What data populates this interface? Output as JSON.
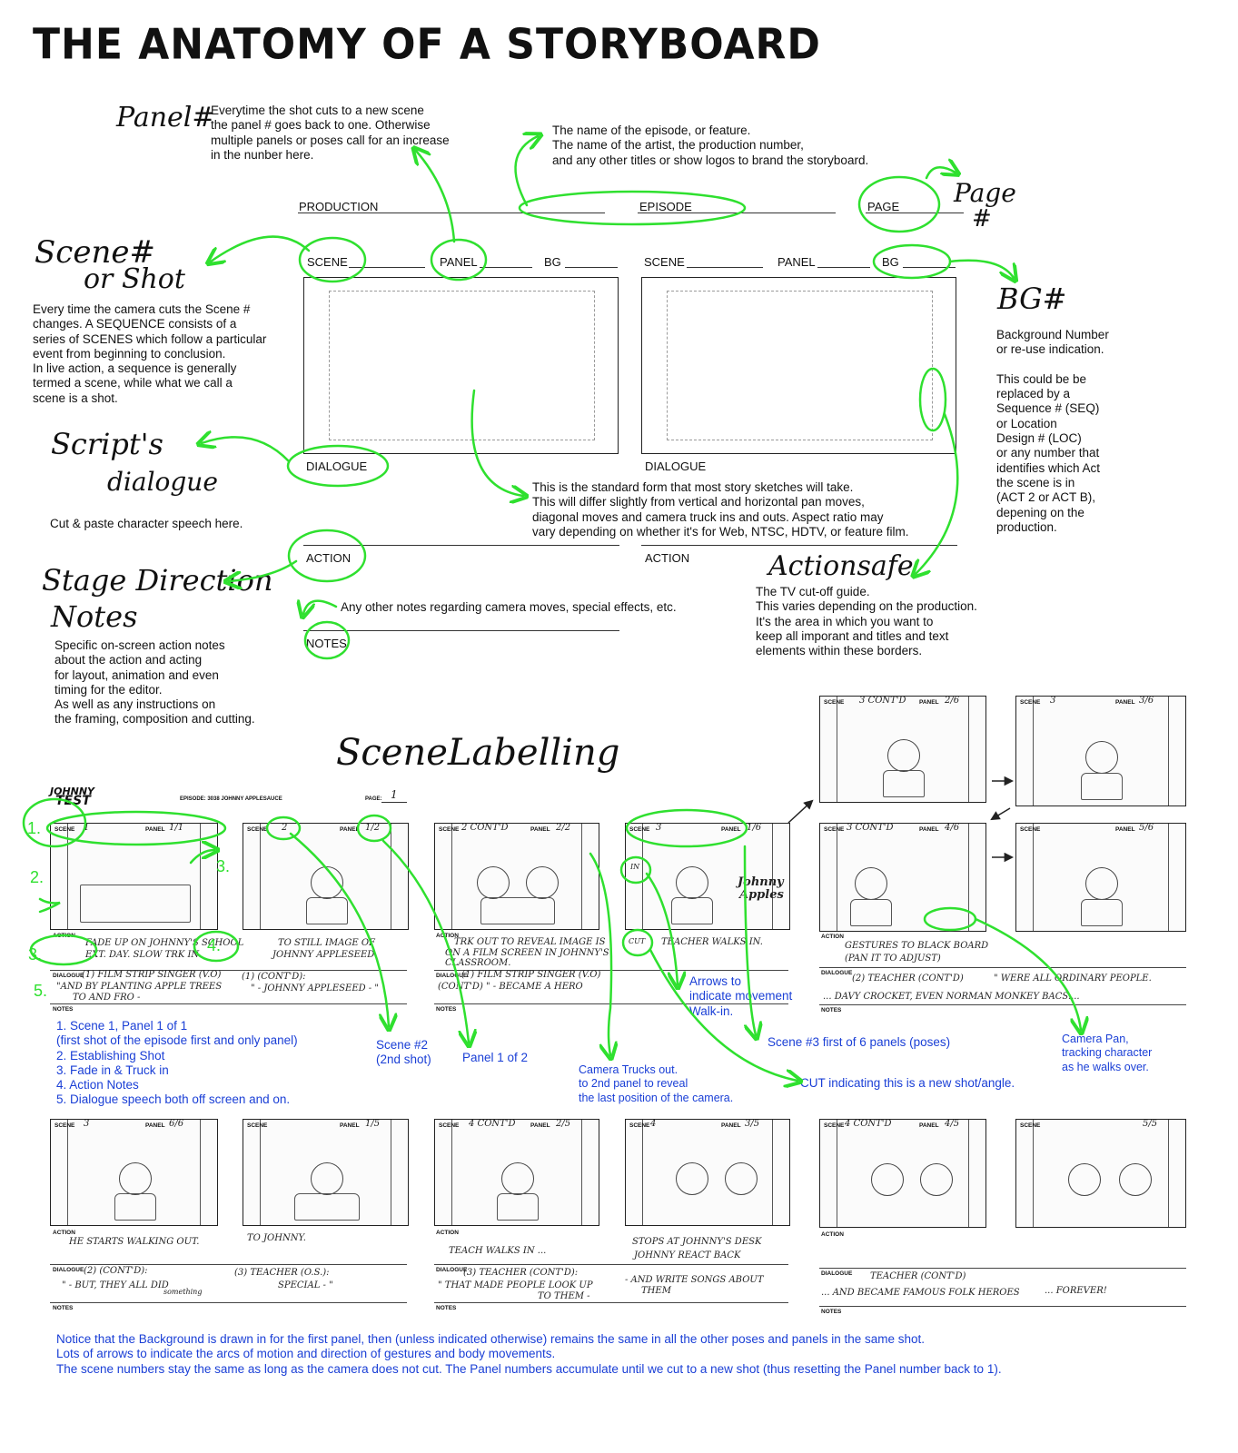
{
  "title": "THE ANATOMY OF A STORYBOARD",
  "handwritten": {
    "panel_num": "Panel#",
    "scene_shot_1": "Scene#",
    "scene_shot_2": "or Shot",
    "script_1": "Script's",
    "script_2": "dialogue",
    "stage_1": "Stage Direction",
    "stage_2": "Notes",
    "page_1": "Page",
    "page_2": "#",
    "bg": "BG#",
    "actionsafe": "Actionsafe",
    "scene_labelling": "SceneLabelling"
  },
  "descriptions": {
    "panel": "Everytime the shot cuts to a new scene\nthe panel # goes back to one. Otherwise\nmultiple panels or poses call for an increase\nin the nunber here.",
    "episode": "The name of the episode, or feature.\nThe name of the artist, the production number,\nand any other titles or show logos to brand the storyboard.",
    "scene": "Every time the camera cuts the Scene #\nchanges. A SEQUENCE consists of a\nseries of SCENES which follow a particular\nevent from beginning to conclusion.\nIn live action, a sequence is generally\ntermed a scene, while what we call a\nscene is a shot.",
    "bg": "Background Number\nor re-use indication.\n\nThis could be be\nreplaced by a\nSequence # (SEQ)\nor Location\nDesign # (LOC)\nor any number that\nidentifies which Act\nthe scene is in\n(ACT 2 or ACT B),\ndepening on the\nproduction.",
    "script": "Cut & paste character speech here.",
    "standard": "This is the standard form that most story sketches will take.\nThis will differ slightly from vertical and horizontal pan moves,\ndiagonal moves and camera truck ins and outs.  Aspect ratio may\nvary depending on whether it's for Web, NTSC, HDTV, or feature film.",
    "notes": "Any other notes regarding camera moves, special effects, etc.",
    "actionsafe": "The TV cut-off guide.\nThis varies depending on the production.\nIt's the area in which you want to\nkeep all imporant  and titles and text\nelements within these borders.",
    "stage": "Specific on-screen action notes\nabout the action and acting\nfor layout, animation and even\ntiming for the editor.\nAs well as any instructions on\nthe framing, composition and cutting."
  },
  "form_labels": {
    "production": "PRODUCTION",
    "episode": "EPISODE",
    "page": "PAGE",
    "scene": "SCENE",
    "panel": "PANEL",
    "bg": "BG",
    "dialogue": "DIALOGUE",
    "action": "ACTION",
    "notes": "NOTES"
  },
  "annotations": {
    "list": "1. Scene 1, Panel 1 of 1\n   (first shot of the episode first and only panel)\n2. Establishing Shot\n3. Fade in & Truck in\n4. Action Notes\n5. Dialogue speech both off screen and on.",
    "scene2": "Scene #2\n(2nd shot)",
    "panel1of2": "Panel 1 of 2",
    "trucks": "Camera Trucks out.\nto 2nd panel to reveal\nthe last position of the camera.",
    "arrows": "Arrows to\nindicate movement\nWalk-in.",
    "scene3": "Scene #3 first of 6 panels (poses)",
    "cut": "CUT  indicating this is a new shot/angle.",
    "pan": "Camera Pan,\ntracking character\nas he walks over.",
    "footer": "Notice that the Background is drawn in for the first panel, then (unless indicated otherwise) remains the same in all the other poses and panels in the same shot.\nLots of arrows to indicate the arcs of motion and direction of gestures and body movements.\nThe scene numbers  stay the same as long as the camera does not cut. The Panel numbers accumulate until we cut to a new shot (thus resetting the Panel number back to 1)."
  },
  "sample_board": {
    "logo_1": "JOHNNY",
    "logo_2": "TEST",
    "episode": "EPISODE: 3038 JOHNNY APPLESAUCE",
    "page": "PAGE:",
    "page_num": "1",
    "markers": [
      "1.",
      "2.",
      "3.",
      "4.",
      "5."
    ],
    "strip1": {
      "action_1": "FADE UP ON JOHNNY'S SCHOOL",
      "action_2": "EXT. DAY.  SLOW TRK IN.",
      "action_3": "TO STILL IMAGE OF",
      "action_4": "JOHNNY APPLESEED.",
      "dialogue_1": "(1) FILM STRIP SINGER (V.O)",
      "dialogue_2": "\"AND BY PLANTING APPLE TREES",
      "dialogue_3": "TO AND FRO -",
      "dialogue_4": "(1) (CONT'D):",
      "dialogue_5": "\" - JOHNNY APPLESEED - \""
    },
    "strip2": {
      "action_1": "TRK OUT TO REVEAL IMAGE IS",
      "action_2": "ON A FILM SCREEN IN JOHNNY'S",
      "action_3": "CLASSROOM.",
      "dialogue_1": "(1) FILM STRIP SINGER (V.O)",
      "dialogue_2": "(CONT'D)  \" - BECAME A HERO",
      "cut": "CUT",
      "in": "IN",
      "sign_1": "Johnny",
      "sign_2": "Apples"
    },
    "strip3": {
      "action_1": "TEACHER WALKS IN.",
      "action_2": "GESTURES TO BLACK BOARD",
      "action_3": "(PAN IT TO ADJUST)",
      "dialogue_1": "(2) TEACHER (CONT'D)",
      "dialogue_2": "\" WERE ALL ORDINARY PEOPLE.",
      "dialogue_3": "... DAVY CROCKET, EVEN NORMAN MONKEY BACS...."
    },
    "strip4": {
      "action_1": "HE STARTS WALKING OUT.",
      "action_2": "TO JOHNNY.",
      "dialogue_1": "(2) (CONT'D):",
      "dialogue_2": "\" - BUT, THEY ALL DID",
      "dialogue_2b": "something",
      "dialogue_3": "(3) TEACHER (O.S.):",
      "dialogue_4": "SPECIAL - \""
    },
    "strip5": {
      "action_1": "TEACH WALKS IN ...",
      "action_2": "STOPS AT JOHNNY'S DESK",
      "action_3": "JOHNNY REACT BACK",
      "dialogue_1": "(3) TEACHER (CONT'D):",
      "dialogue_2": "\" THAT MADE PEOPLE LOOK UP",
      "dialogue_3": "TO  THEM -",
      "dialogue_4": "- AND WRITE SONGS ABOUT",
      "dialogue_5": "THEM"
    },
    "strip6": {
      "dialogue_1": "TEACHER (CONT'D)",
      "dialogue_2": "... AND BECAME FAMOUS FOLK HEROES",
      "dialogue_3": "... FOREVER!"
    },
    "panels": [
      {
        "scene": "1",
        "panel": "1/1"
      },
      {
        "scene": "2",
        "panel": "1/2"
      },
      {
        "scene": "2 CONT'D",
        "panel": "2/2"
      },
      {
        "scene": "3",
        "panel": "1/6"
      },
      {
        "scene": "3 CONT'D",
        "panel": "2/6"
      },
      {
        "scene": "3",
        "panel": "3/6"
      },
      {
        "scene": "3 CONT'D",
        "panel": "4/6"
      },
      {
        "scene": "",
        "panel": "5/6"
      },
      {
        "scene": "3",
        "panel": "6/6"
      },
      {
        "scene": "",
        "panel": "1/5"
      },
      {
        "scene": "4 CONT'D",
        "panel": "2/5"
      },
      {
        "scene": "4",
        "panel": "3/5"
      },
      {
        "scene": "4 CONT'D",
        "panel": "4/5"
      },
      {
        "scene": "",
        "panel": "5/5"
      }
    ]
  },
  "colors": {
    "annotation_green": "#2fe02f",
    "annotation_blue": "#1a3fd6",
    "ink": "#111111"
  }
}
